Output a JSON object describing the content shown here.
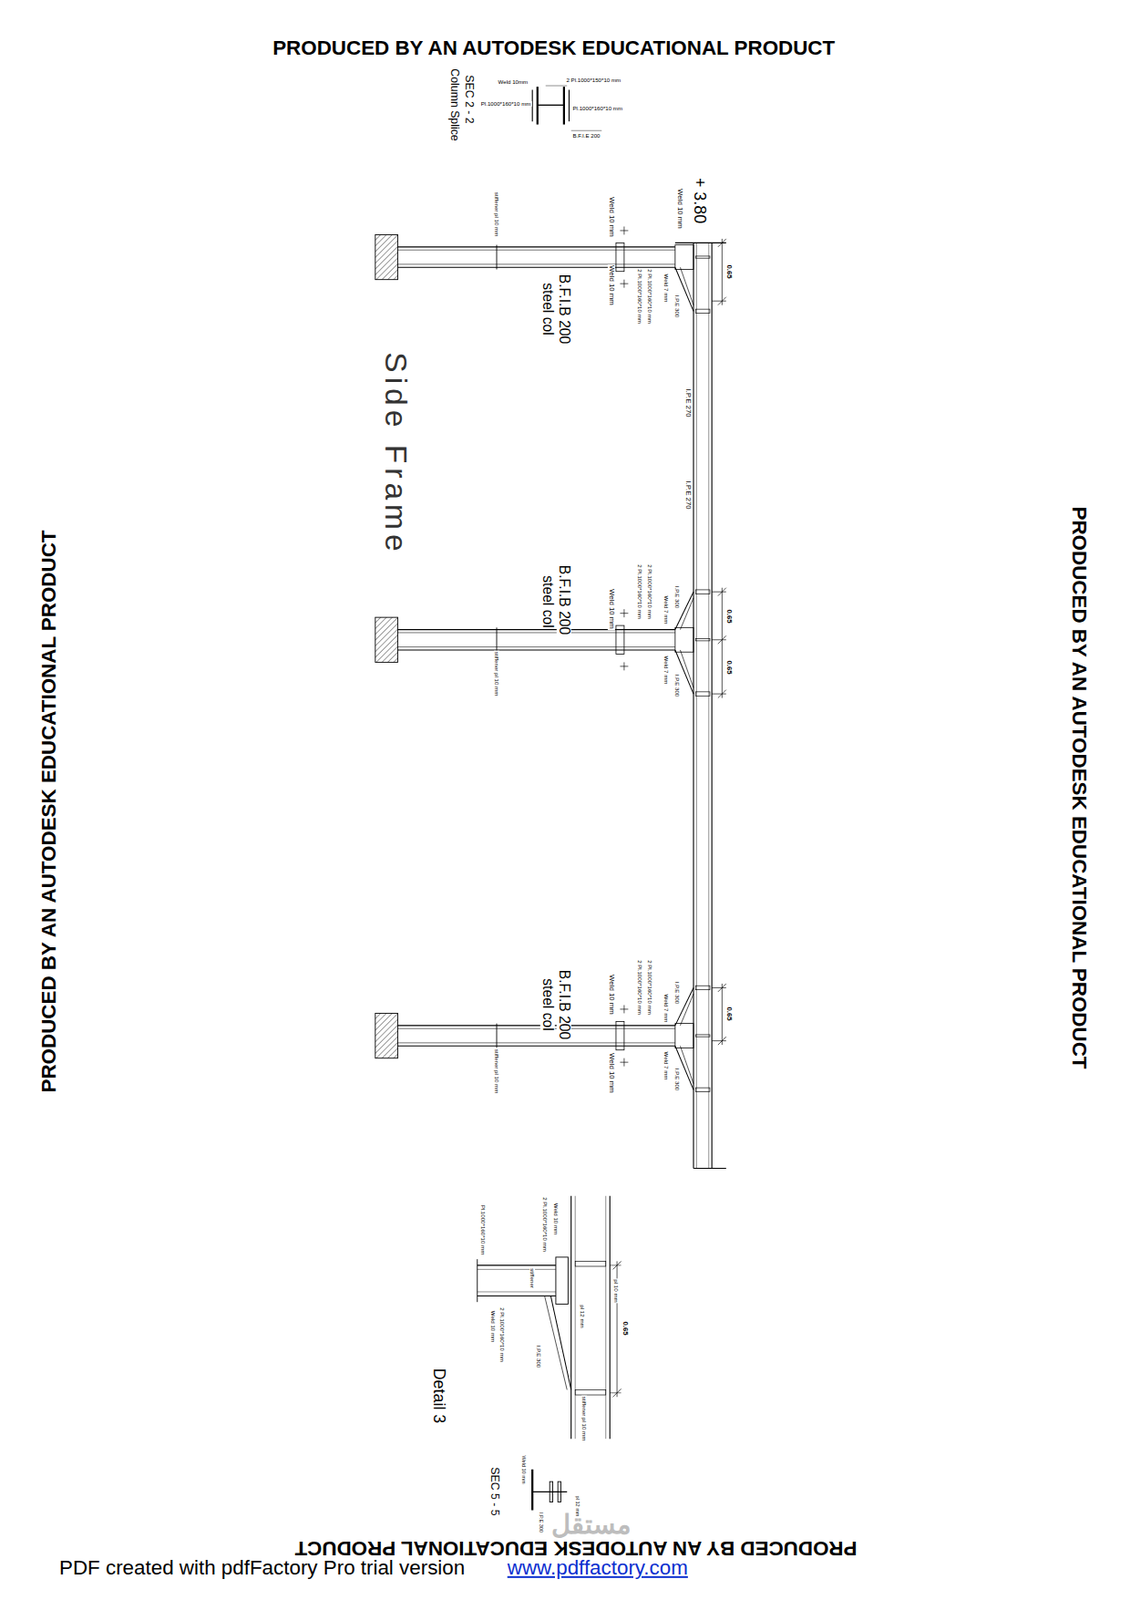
{
  "diagram": {
    "title": "Side Frame",
    "labels": [
      "PRODUCED BY AN AUTODESK EDUCATIONAL PRODUCT",
      "PRODUCED BY AN AUTODESK EDUCATIONAL PRODUCT",
      "PRODUCED BY AN AUTODESK EDUCATIONAL PRODUCT",
      "PRODUCED BY AN AUTODESK EDUCATIONAL PRODUCT",
      "SEC 2 - 2",
      "Column Splice",
      "Weld 10mm",
      "2 Pl.1000*150*10 mm",
      "Pl.1000*160*10 mm",
      "Pl.1000*160*10 mm",
      "B.F.I.E 200",
      "+ 3.80",
      "Weld 10 mm",
      "Weld 10 mm",
      "stiffener pl 10 mm",
      "Weld 10 mm",
      "2 Pl.1000*160*10 mm",
      "2 Pl.1000*160*10 mm",
      "Weld 7 mm",
      "I.P.E 300",
      "0.65",
      "steel col",
      "B.F.I.B 200",
      "I.P.E 270",
      "I.P.E 270",
      "steel col",
      "B.F.I.B 200",
      "2 Pl.1000*160*10 mm",
      "2 Pl.1000*160*10 mm",
      "Weld 7 mm",
      "I.P.E 300",
      "Weld 10 mm",
      "0.65",
      "0.65",
      "Weld 7 mm",
      "I.P.E 300",
      "stiffener pl 10 mm",
      "steel col",
      "B.F.I.B 200",
      "2 Pl.1000*160*10 mm",
      "2 Pl.1000*160*10 mm",
      "I.P.E 300",
      "Weld 7 mm",
      "Weld 10 mm",
      "0.65",
      "Weld 7 mm",
      "I.P.E 300",
      "Weld 10 mm",
      "stiffener pl 10 mm",
      "Pl.1000*160*10 mm",
      "2 Pl.1000*160*10 mm",
      "Weld 10 mm",
      "stiffener",
      "pl 10 mm",
      "pl 12 mm",
      "Weld 10 mm",
      "2 Pl.1000*160*10 mm",
      "I.P.E 300",
      "0.65",
      "stiffener pl 10 mm",
      "Detail 3",
      "SEC 5 - 5",
      "Weld 10 mm",
      "pl 12 mm",
      "I.P.E 300",
      "مستقل",
      "PDF created with pdfFactory Pro trial version",
      "www.pdffactory.com"
    ]
  }
}
